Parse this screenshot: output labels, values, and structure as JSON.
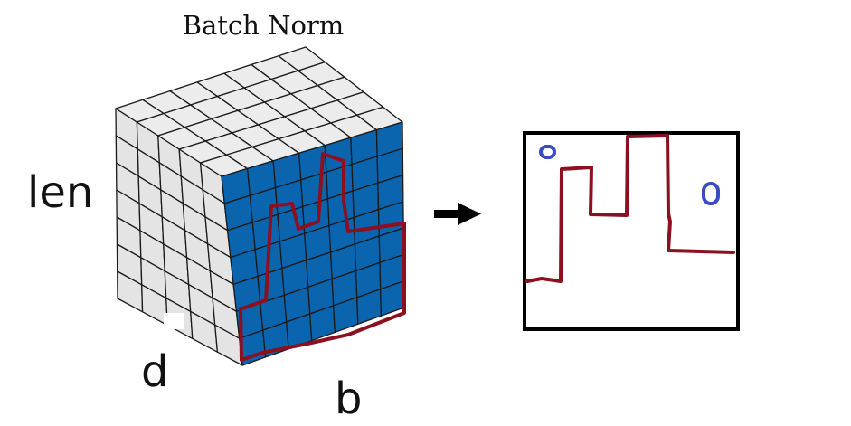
{
  "diagram": {
    "title": "Batch Norm",
    "axis_labels": {
      "len": "len",
      "d": "d",
      "b": "b"
    },
    "grid": {
      "cols": 7,
      "rows": 7,
      "depth": 5
    },
    "colors": {
      "front_face": "#0b64ae",
      "side_face": "#e4e4e4",
      "top_face": "#ececec",
      "grid_line": "#1a1a1a",
      "outline_stroke": "#8b1020",
      "marker_stroke": "#3a4bc4",
      "arrow": "#000000",
      "box_stroke": "#000000"
    },
    "arrow_icon": "arrow-right-icon"
  }
}
